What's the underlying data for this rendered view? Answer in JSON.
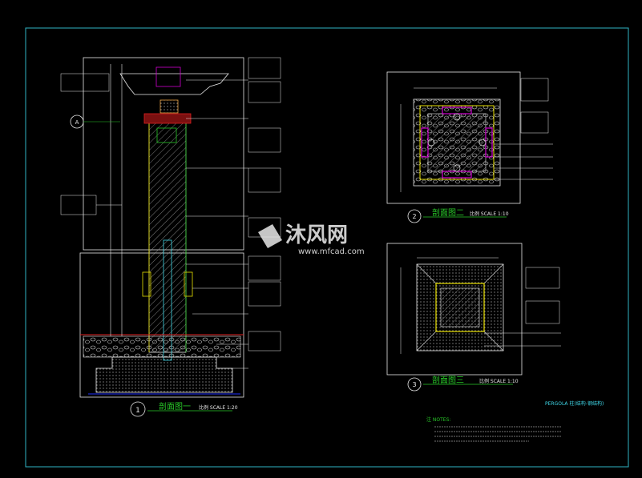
{
  "colors": {
    "background": "#000000",
    "frame": "#2fb3c4",
    "white": "#e8e8e8",
    "yellow": "#e8e000",
    "green": "#28c828",
    "magenta": "#d000d0",
    "cyan": "#3fd7e8",
    "red": "#e02020",
    "blue": "#2030ff"
  },
  "watermark": {
    "brand": "沐风网",
    "url": "www.mfcad.com"
  },
  "detail1": {
    "number": "1",
    "title": "剖面图一",
    "scale": "比例 SCALE 1:20"
  },
  "detail2": {
    "number": "2",
    "title": "剖面图二",
    "scale": "比例 SCALE 1:10"
  },
  "detail3": {
    "number": "3",
    "title": "剖面图三",
    "scale": "比例 SCALE 1:10"
  },
  "sheet_label": "PERGOLA 柱(结构-钢结构)",
  "notes_title": "注 NOTES:",
  "section_marker": "A"
}
